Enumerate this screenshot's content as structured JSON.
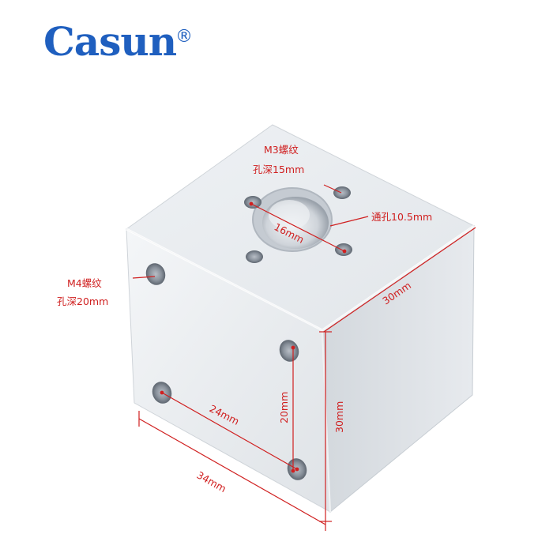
{
  "brand": {
    "name": "Casun",
    "registered_mark": "®"
  },
  "annotations": {
    "m3_thread": "M3螺纹",
    "m3_depth": "孔深15mm",
    "through_hole": "通孔10.5mm",
    "hole_spacing_top": "16mm",
    "m4_thread": "M4螺纹",
    "m4_depth": "孔深20mm",
    "depth_top": "30mm",
    "hole_spacing_horizontal": "24mm",
    "hole_spacing_vertical": "20mm",
    "height_right": "30mm",
    "width_bottom": "34mm"
  },
  "colors": {
    "brand_blue": "#1f5fbf",
    "dimension_red": "#d02020",
    "aluminium": "#e6e9ed"
  }
}
